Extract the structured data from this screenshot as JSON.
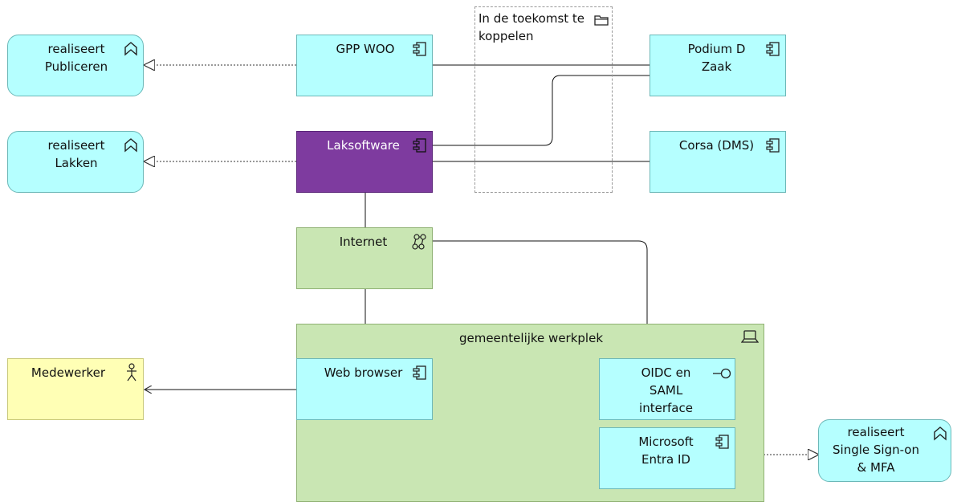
{
  "diagram": {
    "group_future": {
      "label": "In de toekomst te\nkoppelen",
      "icon": "folder-icon"
    },
    "gpp_woo": {
      "label": "GPP WOO",
      "icon": "component-icon"
    },
    "podium_d": {
      "label": "Podium D\nZaak",
      "icon": "component-icon"
    },
    "laksoftware": {
      "label": "Laksoftware",
      "icon": "component-icon"
    },
    "corsa": {
      "label": "Corsa (DMS)",
      "icon": "component-icon"
    },
    "func_publiceren": {
      "label": "realiseert\nPubliceren",
      "icon": "function-icon"
    },
    "func_lakken": {
      "label": "realiseert\nLakken",
      "icon": "function-icon"
    },
    "internet": {
      "label": "Internet",
      "icon": "network-icon"
    },
    "werkplek": {
      "label": "gemeentelijke werkplek",
      "icon": "device-icon"
    },
    "web_browser": {
      "label": "Web browser",
      "icon": "component-icon"
    },
    "medewerker": {
      "label": "Medewerker",
      "icon": "actor-icon"
    },
    "oidc": {
      "label": "OIDC en\nSAML\ninterface",
      "icon": "interface-icon"
    },
    "entra": {
      "label": "Microsoft\nEntra ID",
      "icon": "component-icon"
    },
    "func_sso": {
      "label": "realiseert\nSingle Sign-on\n& MFA",
      "icon": "function-icon"
    }
  },
  "colors": {
    "application": "#b5ffff",
    "application_border": "#6cb8b8",
    "laksoftware": "#7e3b9f",
    "technology": "#c9e6b3",
    "business_actor": "#ffffb5"
  }
}
